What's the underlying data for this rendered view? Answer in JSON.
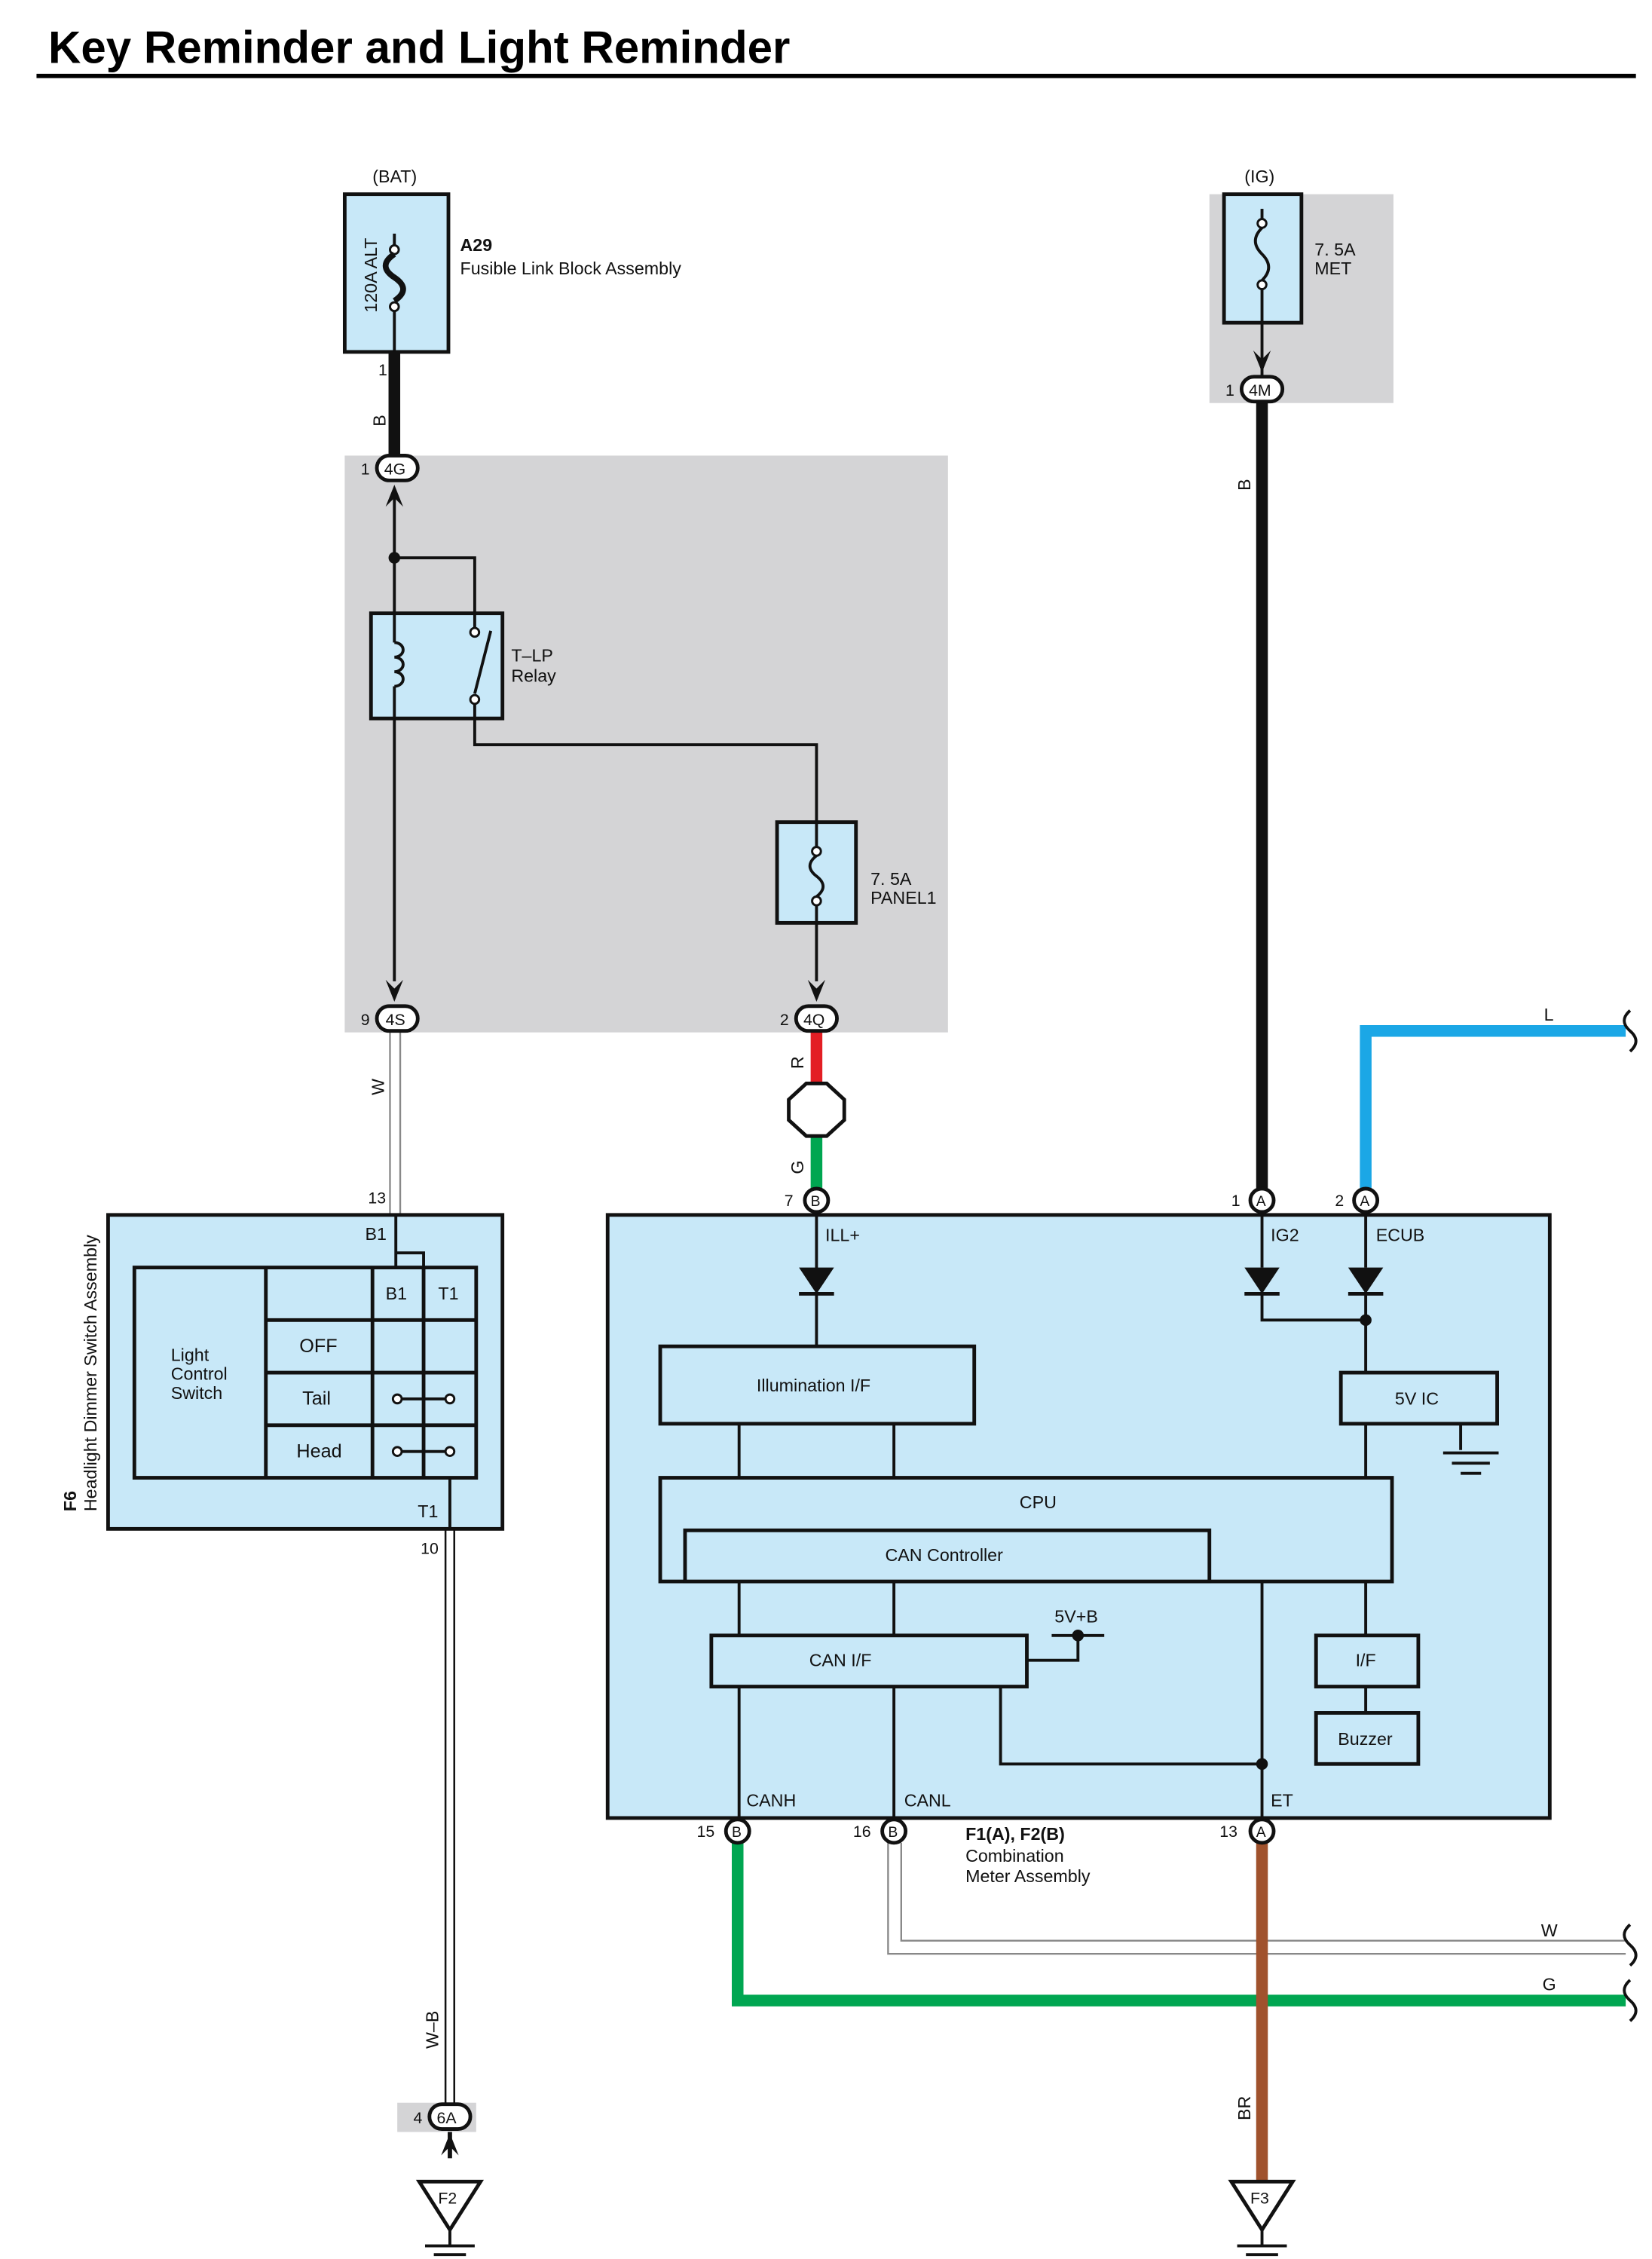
{
  "title": "Key Reminder and Light Reminder",
  "power": {
    "bat": "(BAT)",
    "ig": "(IG)"
  },
  "fusible_link": {
    "id": "A29",
    "name": "Fusible Link Block Assembly",
    "rating": "120A ALT",
    "pin": "1"
  },
  "met_fuse": {
    "rating": "7. 5A",
    "name": "MET"
  },
  "panel_fuse": {
    "rating": "7. 5A",
    "name": "PANEL1"
  },
  "relay": {
    "name_line1": "T–LP",
    "name_line2": "Relay"
  },
  "connectors": {
    "c4G": {
      "label": "4G",
      "pin": "1"
    },
    "c4M": {
      "label": "4M",
      "pin": "1"
    },
    "c4S": {
      "label": "4S",
      "pin": "9"
    },
    "c4Q": {
      "label": "4Q",
      "pin": "2"
    },
    "c6A": {
      "label": "6A",
      "pin": "4"
    },
    "mB7": {
      "label": "B",
      "pin": "7"
    },
    "mA1": {
      "label": "A",
      "pin": "1"
    },
    "mA2": {
      "label": "A",
      "pin": "2"
    },
    "mB15": {
      "label": "B",
      "pin": "15"
    },
    "mB16": {
      "label": "B",
      "pin": "16"
    },
    "mA13": {
      "label": "A",
      "pin": "13"
    }
  },
  "wire_colors": {
    "b_bat": "B",
    "b_ig": "B",
    "w_4s": "W",
    "r": "R",
    "g": "G",
    "l": "L",
    "w_can": "W",
    "g_can": "G",
    "wb": "W–B",
    "br": "BR"
  },
  "colors": {
    "module_fill": "#c8e8f8",
    "shade": "#d4d4d6",
    "blue": "#1ba7e6",
    "red": "#e31e24",
    "green": "#00a651",
    "brown": "#a0522d",
    "black": "#111111"
  },
  "switch_assy": {
    "id": "F6",
    "name": "Headlight Dimmer Switch Assembly",
    "pin_b1": "13",
    "pin_t1": "10",
    "term_b1": "B1",
    "term_t1": "T1",
    "switch_name": [
      "Light",
      "Control",
      "Switch"
    ],
    "table_cols": [
      "B1",
      "T1"
    ],
    "table_rows": [
      "OFF",
      "Tail",
      "Head"
    ]
  },
  "meter": {
    "id": "F1(A), F2(B)",
    "name_line1": "Combination",
    "name_line2": "Meter Assembly",
    "ill": "ILL+",
    "ig2": "IG2",
    "ecub": "ECUB",
    "illum": "Illumination I/F",
    "vic": "5V IC",
    "cpu": "CPU",
    "can_ctrl": "CAN Controller",
    "can_if": "CAN I/F",
    "vb": "5V+B",
    "if": "I/F",
    "buzzer": "Buzzer",
    "canh": "CANH",
    "canl": "CANL",
    "et": "ET"
  },
  "grounds": {
    "f2": "F2",
    "f3": "F3"
  }
}
